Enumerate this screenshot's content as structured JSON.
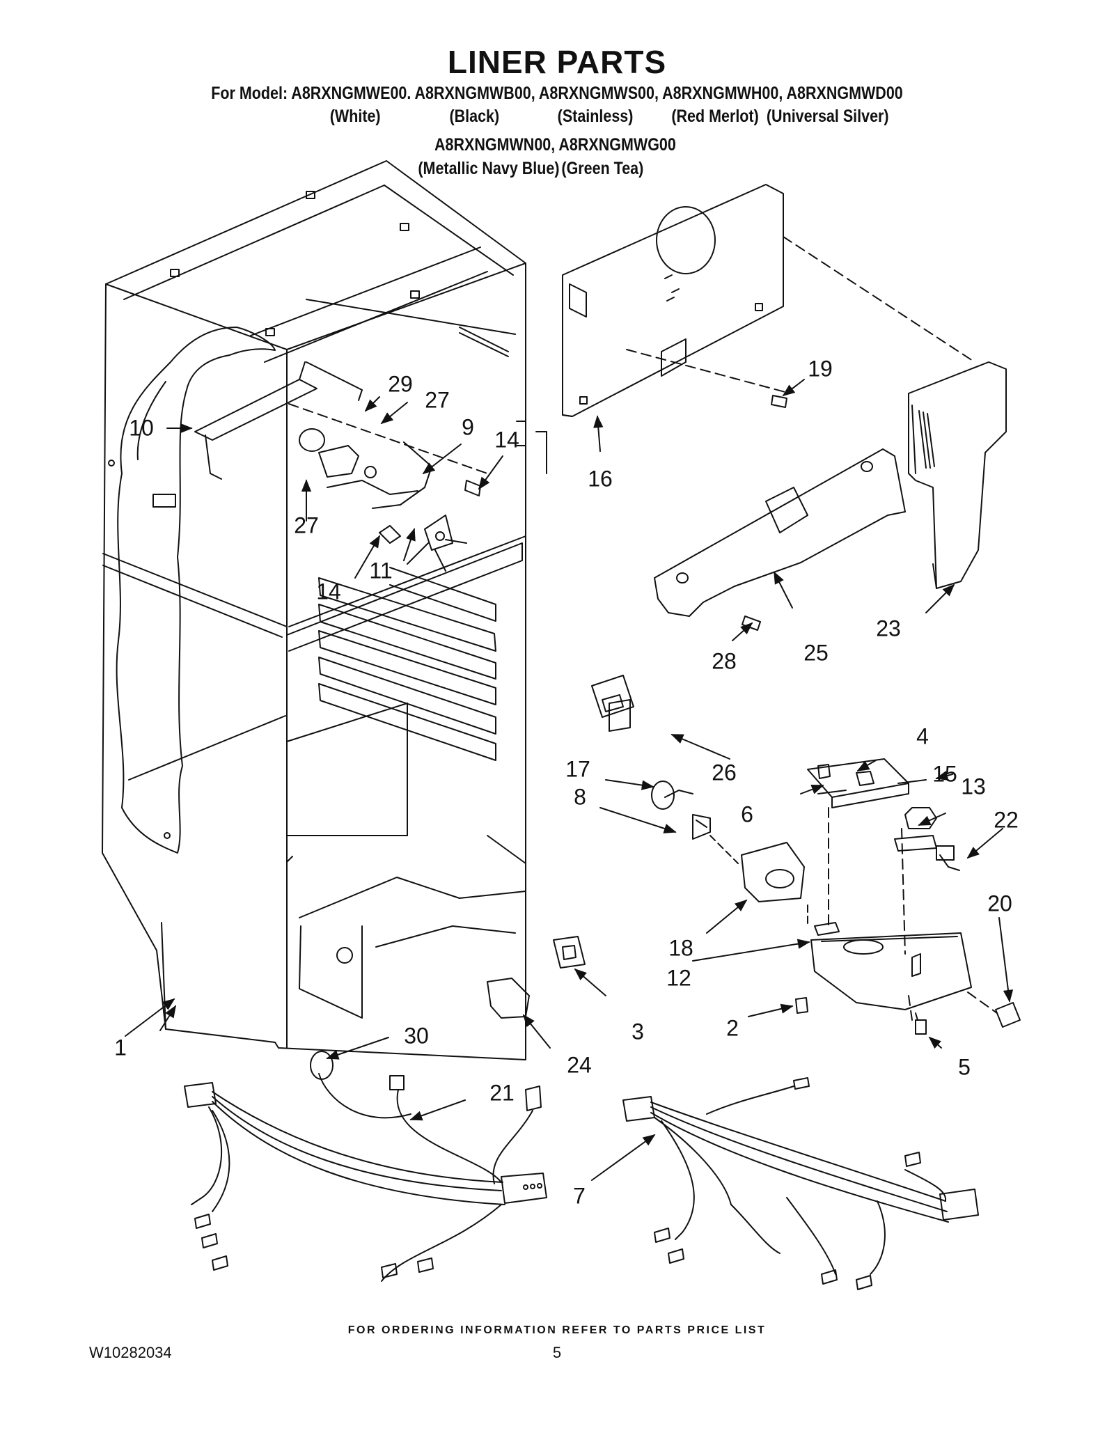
{
  "header": {
    "title": "LINER PARTS",
    "model_line": "For Model: A8RXNGMWE00. A8RXNGMWB00, A8RXNGMWS00, A8RXNGMWH00, A8RXNGMWD00",
    "colors_row1": [
      "(White)",
      "(Black)",
      "(Stainless)",
      "(Red Merlot)",
      "(Universal Silver)"
    ],
    "model_line2": "A8RXNGMWN00, A8RXNGMWG00",
    "colors_row2": [
      "(Metallic Navy Blue)",
      "(Green Tea)"
    ]
  },
  "callouts": [
    "1",
    "2",
    "3",
    "4",
    "5",
    "6",
    "7",
    "8",
    "9",
    "10",
    "11",
    "12",
    "13",
    "14",
    "14",
    "15",
    "16",
    "17",
    "18",
    "19",
    "20",
    "21",
    "22",
    "23",
    "24",
    "25",
    "26",
    "27",
    "27",
    "28",
    "29",
    "30"
  ],
  "footer": {
    "ordering_note": "FOR ORDERING INFORMATION REFER TO PARTS PRICE LIST",
    "document_number": "W10282034",
    "page_number": "5"
  }
}
